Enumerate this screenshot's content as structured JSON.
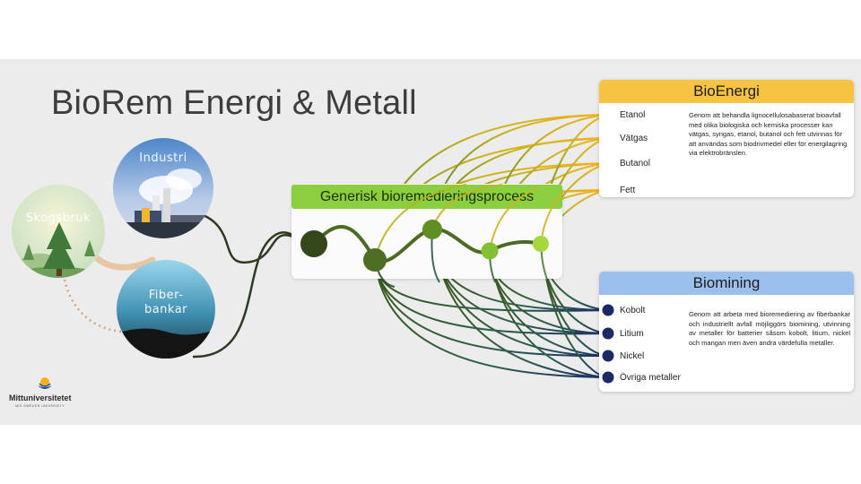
{
  "title": "BioRem Energi & Metall",
  "sources": [
    {
      "label": "Skogsbruk",
      "icon": "forest-icon"
    },
    {
      "label": "Industri",
      "icon": "factory-icon"
    },
    {
      "label": "Fiber-\nbankar",
      "icon": "seabed-icon"
    }
  ],
  "process": {
    "title": "Generisk bioremedieringsprocess"
  },
  "bioenergi": {
    "title": "BioEnergi",
    "items": [
      "Etanol",
      "Vätgas",
      "Butanol",
      "Fett"
    ],
    "description": "Genom att behandla lignocellulosabaserat bioavfall med olika biologiska och kemiska processer kan vätgas, syngas, etanol, butanol och fett utvinnas för att användas som biodrivmedel eller för energilagring via elektrobränslen.",
    "color": "#f6c343",
    "dot_color": "#f4b120"
  },
  "biomining": {
    "title": "Biomining",
    "items": [
      "Kobolt",
      "Litium",
      "Nickel",
      "Övriga metaller"
    ],
    "description": "Genom att arbeta med bioremediering av fiberbankar och industriellt avfall möjliggörs biomining, utvinning av metaller för batterier såsom kobolt, litium, nickel och mangan men även andra värdefulla metaller.",
    "color": "#9cc0ee",
    "dot_color": "#1b2a66"
  },
  "logo": {
    "name": "Mittuniversitetet",
    "subtitle": "MID SWEDEN UNIVERSITY"
  }
}
